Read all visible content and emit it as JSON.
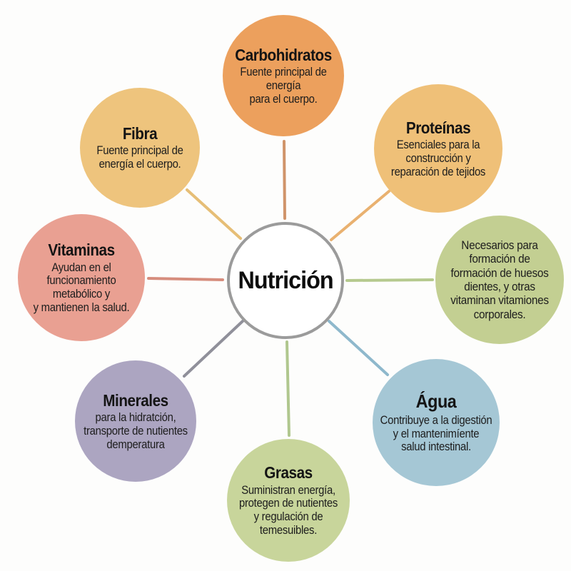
{
  "background_color": "#fdfdfc",
  "center": {
    "label": "Nutrición",
    "fill": "#ffffff",
    "border_color": "#9b9b9b"
  },
  "nodes": [
    {
      "id": "carbohidratos",
      "title": "Carbohidratos",
      "description": "Fuente principal de energía\npara el cuerpo.",
      "fill": "#eca05d",
      "line_color": "#d0946a"
    },
    {
      "id": "proteinas",
      "title": "Proteínas",
      "description": "Esenciales para la\nconstrucción y\nreparación de tejidos",
      "fill": "#efc078",
      "line_color": "#e9b170"
    },
    {
      "id": "huesos",
      "title": "",
      "description": "Necesarios para\nformación de\nformación de huesos\ndientes, y otras\nvitaminan vitamiones\ncorporales.",
      "fill": "#c3cf92",
      "line_color": "#b5c98e"
    },
    {
      "id": "agua",
      "title": "Água",
      "description": "Contribuye a la digestión\ny el mantenimíente\nsalud intestinal.",
      "fill": "#a5c7d5",
      "line_color": "#8eb8cc"
    },
    {
      "id": "grasas",
      "title": "Grasas",
      "description": "Suministran energía,\nprotegen de nutientes\ny regulación de\ntemesuibles.",
      "fill": "#c8d59b",
      "line_color": "#b0c78e"
    },
    {
      "id": "minerales",
      "title": "Minerales",
      "description": "para la hidratción,\ntransporte de nutientes\ndemperatura",
      "fill": "#aca5c1",
      "line_color": "#90909a"
    },
    {
      "id": "vitaminas",
      "title": "Vitaminas",
      "description": "Ayudan en el funcionamiento\nmetabólico y\ny mantienen la salud.",
      "fill": "#e9a092",
      "line_color": "#d68d7d"
    },
    {
      "id": "fibra",
      "title": "Fibra",
      "description": "Fuente principal de\nenergía el cuerpo.",
      "fill": "#eec47d",
      "line_color": "#e6be76"
    }
  ]
}
